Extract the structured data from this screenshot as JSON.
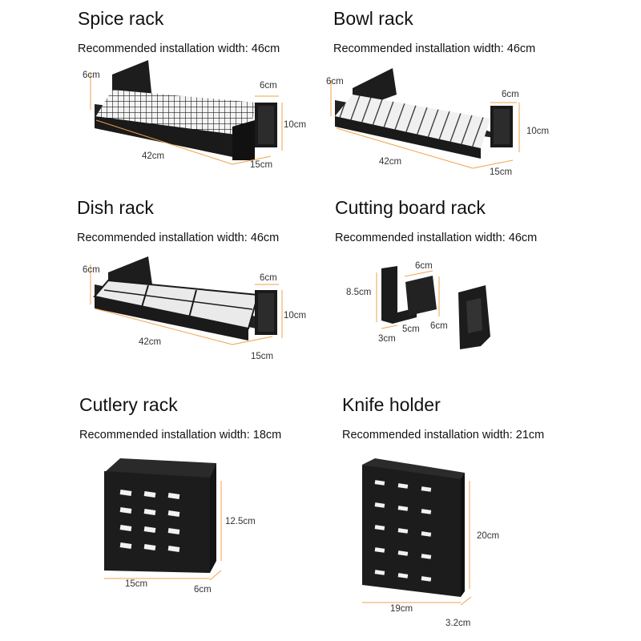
{
  "colors": {
    "dimension_line": "#f2a24a",
    "product": "#1a1a1a",
    "text": "#111111"
  },
  "products": [
    {
      "name": "Spice rack",
      "recommended": "Recommended installation width: 46cm",
      "dims": {
        "depth_left": "6cm",
        "depth_right": "6cm",
        "height": "10cm",
        "length": "42cm",
        "width": "15cm"
      }
    },
    {
      "name": "Bowl rack",
      "recommended": "Recommended installation width: 46cm",
      "dims": {
        "depth_left": "6cm",
        "depth_right": "6cm",
        "height": "10cm",
        "length": "42cm",
        "width": "15cm"
      }
    },
    {
      "name": "Dish rack",
      "recommended": "Recommended installation width: 46cm",
      "dims": {
        "depth_left": "6cm",
        "depth_right": "6cm",
        "height": "10cm",
        "length": "42cm",
        "width": "15cm"
      }
    },
    {
      "name": "Cutting board rack",
      "recommended": "Recommended installation width: 46cm",
      "dims": {
        "height": "8.5cm",
        "top": "6cm",
        "base": "3cm",
        "inner": "5cm",
        "side": "6cm"
      }
    },
    {
      "name": "Cutlery rack",
      "recommended": "Recommended installation width: 18cm",
      "dims": {
        "height": "12.5cm",
        "length": "15cm",
        "depth": "6cm"
      }
    },
    {
      "name": "Knife holder",
      "recommended": "Recommended installation width: 21cm",
      "dims": {
        "height": "20cm",
        "length": "19cm",
        "depth": "3.2cm"
      }
    }
  ]
}
